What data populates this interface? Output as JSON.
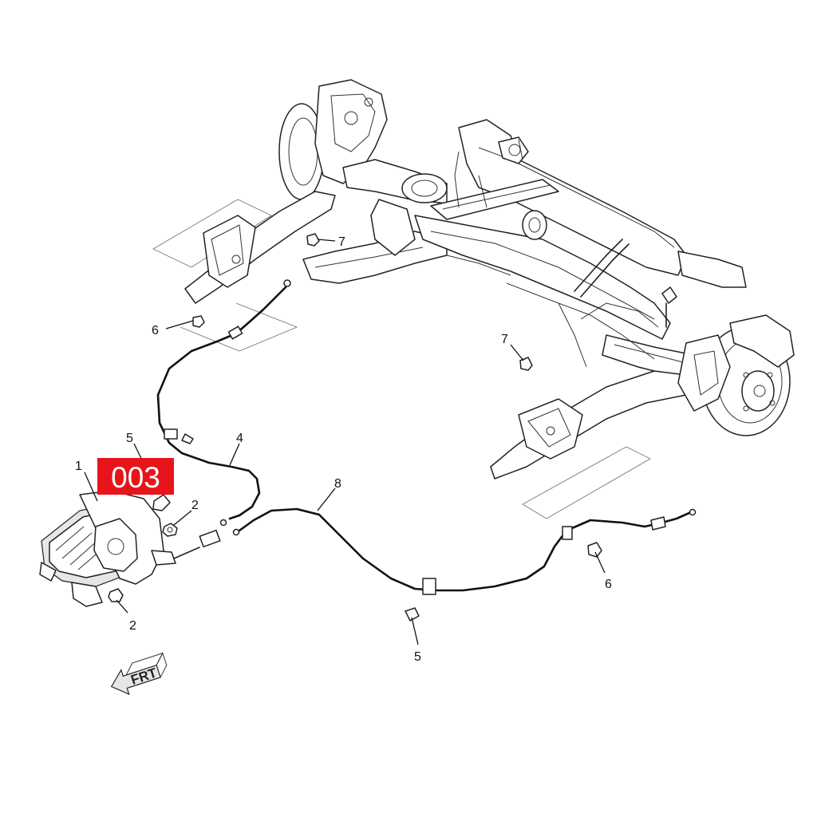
{
  "badge": {
    "label": "003",
    "color": "#e8141c"
  },
  "orientation": {
    "label": "FRT"
  },
  "callouts": {
    "c1": "1",
    "c2a": "2",
    "c2b": "2",
    "c4": "4",
    "c5a": "5",
    "c5b": "5",
    "c6a": "6",
    "c6b": "6",
    "c7a": "7",
    "c7b": "7",
    "c8": "8"
  }
}
